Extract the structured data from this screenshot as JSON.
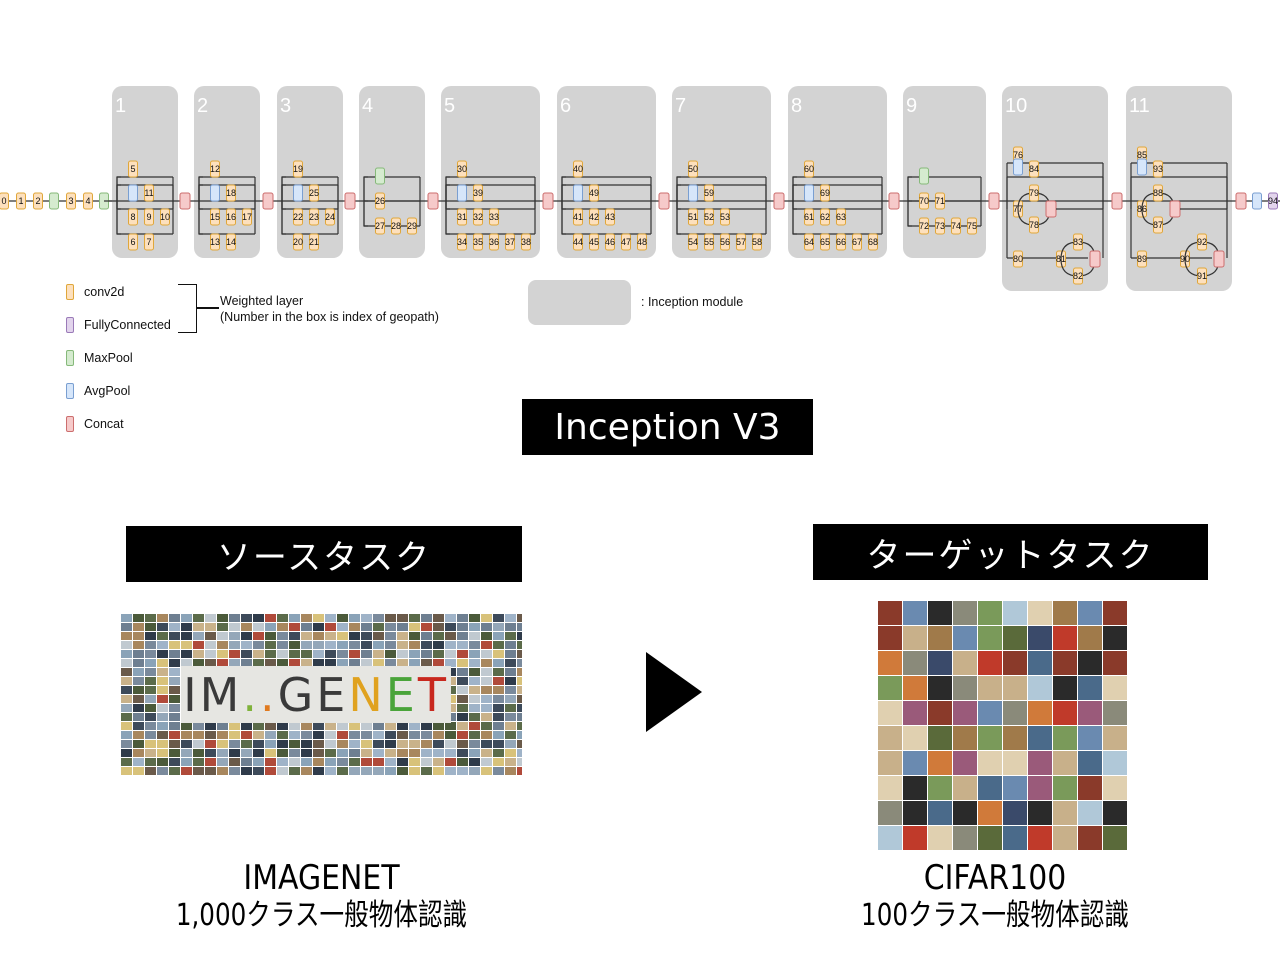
{
  "colors": {
    "conv2d": {
      "fill": "#fde0bd",
      "stroke": "#e0a73a"
    },
    "fc": {
      "fill": "#e2d4ec",
      "stroke": "#9a7ab8"
    },
    "maxpool": {
      "fill": "#d5ebcf",
      "stroke": "#86b97a"
    },
    "avgpool": {
      "fill": "#d6e6fa",
      "stroke": "#7a9fd1"
    },
    "concat": {
      "fill": "#f6caca",
      "stroke": "#cc6e6e"
    },
    "module": "#d3d3d3"
  },
  "diagram": {
    "stem": {
      "nodes": [
        "0",
        "1",
        "2",
        "maxpool",
        "3",
        "4",
        "maxpool"
      ]
    },
    "modules": [
      {
        "label": "1",
        "branches": [
          [
            "5"
          ],
          [
            "avgpool",
            "11"
          ],
          [
            "8",
            "9",
            "10"
          ],
          [
            "6",
            "7"
          ]
        ]
      },
      {
        "label": "2",
        "branches": [
          [
            "12"
          ],
          [
            "avgpool",
            "18"
          ],
          [
            "15",
            "16",
            "17"
          ],
          [
            "13",
            "14"
          ]
        ]
      },
      {
        "label": "3",
        "branches": [
          [
            "19"
          ],
          [
            "avgpool",
            "25"
          ],
          [
            "22",
            "23",
            "24"
          ],
          [
            "20",
            "21"
          ]
        ]
      },
      {
        "label": "4",
        "branches": [
          [
            "maxpool"
          ],
          [
            "26"
          ],
          [
            "27",
            "28",
            "29"
          ]
        ]
      },
      {
        "label": "5",
        "branches": [
          [
            "30"
          ],
          [
            "avgpool",
            "39"
          ],
          [
            "31",
            "32",
            "33"
          ],
          [
            "34",
            "35",
            "36",
            "37",
            "38"
          ]
        ]
      },
      {
        "label": "6",
        "branches": [
          [
            "40"
          ],
          [
            "avgpool",
            "49"
          ],
          [
            "41",
            "42",
            "43"
          ],
          [
            "44",
            "45",
            "46",
            "47",
            "48"
          ]
        ]
      },
      {
        "label": "7",
        "branches": [
          [
            "50"
          ],
          [
            "avgpool",
            "59"
          ],
          [
            "51",
            "52",
            "53"
          ],
          [
            "54",
            "55",
            "56",
            "57",
            "58"
          ]
        ]
      },
      {
        "label": "8",
        "branches": [
          [
            "60"
          ],
          [
            "avgpool",
            "69"
          ],
          [
            "61",
            "62",
            "63"
          ],
          [
            "64",
            "65",
            "66",
            "67",
            "68"
          ]
        ]
      },
      {
        "label": "9",
        "branches": [
          [
            "maxpool"
          ],
          [
            "70",
            "71"
          ],
          [
            "72",
            "73",
            "74",
            "75"
          ]
        ]
      },
      {
        "label": "10",
        "branches": [
          [
            "76"
          ],
          [
            "avgpool",
            "84"
          ],
          [
            "77",
            [
              "79",
              "78"
            ],
            "concat"
          ],
          [
            "80",
            "81",
            [
              "83",
              "82"
            ],
            "concat"
          ]
        ]
      },
      {
        "label": "11",
        "branches": [
          [
            "85"
          ],
          [
            "avgpool",
            "93"
          ],
          [
            "86",
            [
              "88",
              "87"
            ],
            "concat"
          ],
          [
            "89",
            "90",
            [
              "92",
              "91"
            ],
            "concat"
          ]
        ]
      }
    ],
    "tail": {
      "nodes": [
        "concat",
        "avgpool",
        "94"
      ]
    }
  },
  "legend": {
    "items": [
      {
        "type": "conv2d",
        "label": "conv2d"
      },
      {
        "type": "fc",
        "label": "FullyConnected"
      },
      {
        "type": "maxpool",
        "label": "MaxPool"
      },
      {
        "type": "avgpool",
        "label": "AvgPool"
      },
      {
        "type": "concat",
        "label": "Concat"
      }
    ],
    "weighted_line1": "Weighted layer",
    "weighted_line2": "(Number in the box is index of geopath)",
    "module_label": ": Inception module"
  },
  "title": "Inception V3",
  "source": {
    "banner": "ソースタスク",
    "image_text": "IMAGENET",
    "name": "IMAGENET",
    "desc": "1,000クラス一般物体認識"
  },
  "target": {
    "banner": "ターゲットタスク",
    "name": "CIFAR100",
    "desc": "100クラス一般物体認識"
  },
  "arrow_icon": "play-triangle"
}
